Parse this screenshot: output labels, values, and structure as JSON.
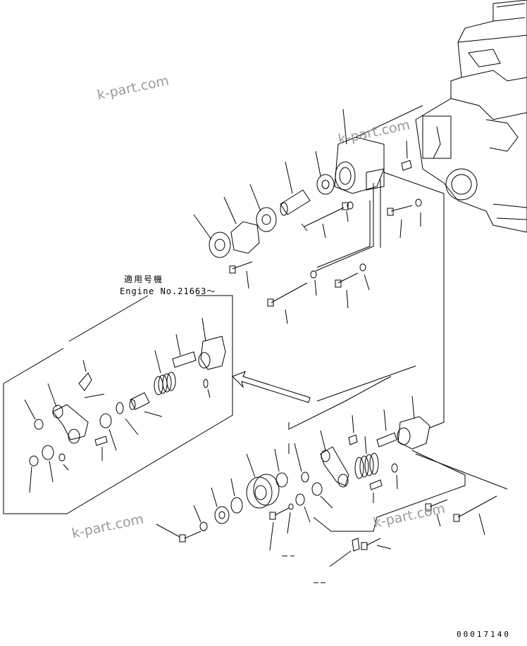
{
  "watermarks": [
    "k-part.com",
    "k-part.com",
    "k-part.com",
    "k-part.com"
  ],
  "applicability_label": "適用号機",
  "engine_label": "Engine No.21663～",
  "document_number": "00017140",
  "colors": {
    "line": "#000000",
    "watermark": "#9a9a9a",
    "background": "#ffffff"
  }
}
